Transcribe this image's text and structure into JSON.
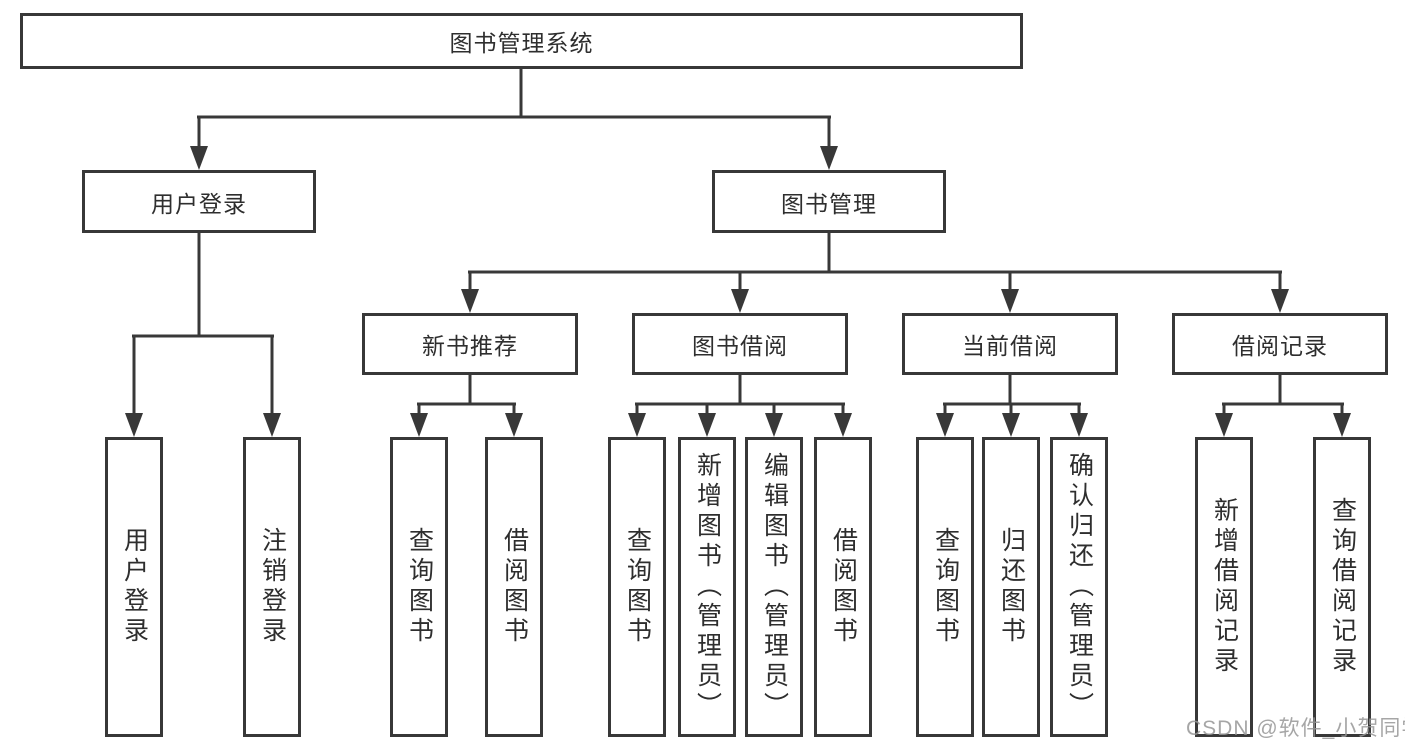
{
  "diagram": {
    "title": "图书管理系统",
    "branches": [
      {
        "label": "用户登录",
        "children": [
          "用户登录",
          "注销登录"
        ]
      },
      {
        "label": "图书管理",
        "sections": [
          {
            "label": "新书推荐",
            "children": [
              "查询图书",
              "借阅图书"
            ]
          },
          {
            "label": "图书借阅",
            "children": [
              "查询图书",
              "新增图书（管理员）",
              "编辑图书（管理员）",
              "借阅图书"
            ]
          },
          {
            "label": "当前借阅",
            "children": [
              "查询图书",
              "归还图书",
              "确认归还（管理员）"
            ]
          },
          {
            "label": "借阅记录",
            "children": [
              "新增借阅记录",
              "查询借阅记录"
            ]
          }
        ]
      }
    ]
  },
  "watermark": "CSDN @软件_小贺同学",
  "colors": {
    "line": "#383838",
    "text": "#2e2e2e",
    "box_background": "#ffffff",
    "watermark": "#969696",
    "background": "#ffffff"
  }
}
